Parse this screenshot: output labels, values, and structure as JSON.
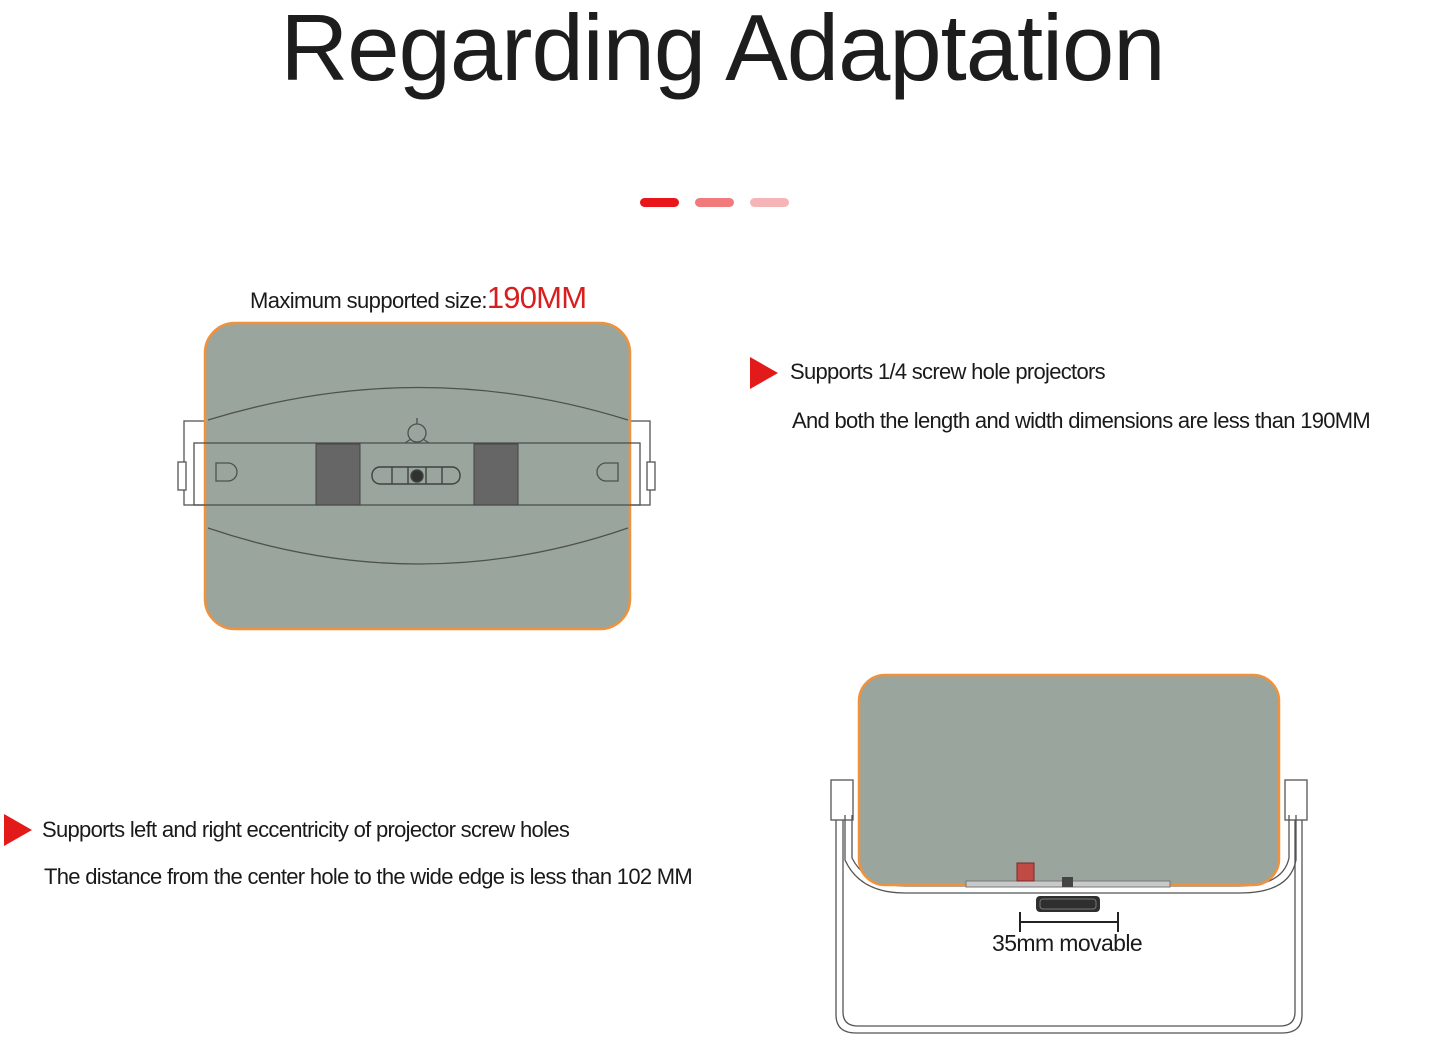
{
  "heading": "Regarding Adaptation",
  "indicator": {
    "colors": [
      "#e8161b",
      "#f07a7c",
      "#f5b4b5"
    ]
  },
  "top_diagram": {
    "label": "Maximum supported size:",
    "value": "190MM",
    "value_color": "#d81e1e"
  },
  "feature_1": {
    "line1": "Supports 1/4 screw hole projectors",
    "line2": "And both the length and width dimensions are less than 190MM"
  },
  "feature_2": {
    "line1": "Supports left and right eccentricity of projector screw holes",
    "line2": "The distance from the center hole to the wide edge is less than 102 MM"
  },
  "bottom_diagram": {
    "label": "35mm movable"
  },
  "colors": {
    "projector_fill": "#9aa59d",
    "projector_outline": "#f0913b",
    "arrow": "#e21a1a"
  }
}
